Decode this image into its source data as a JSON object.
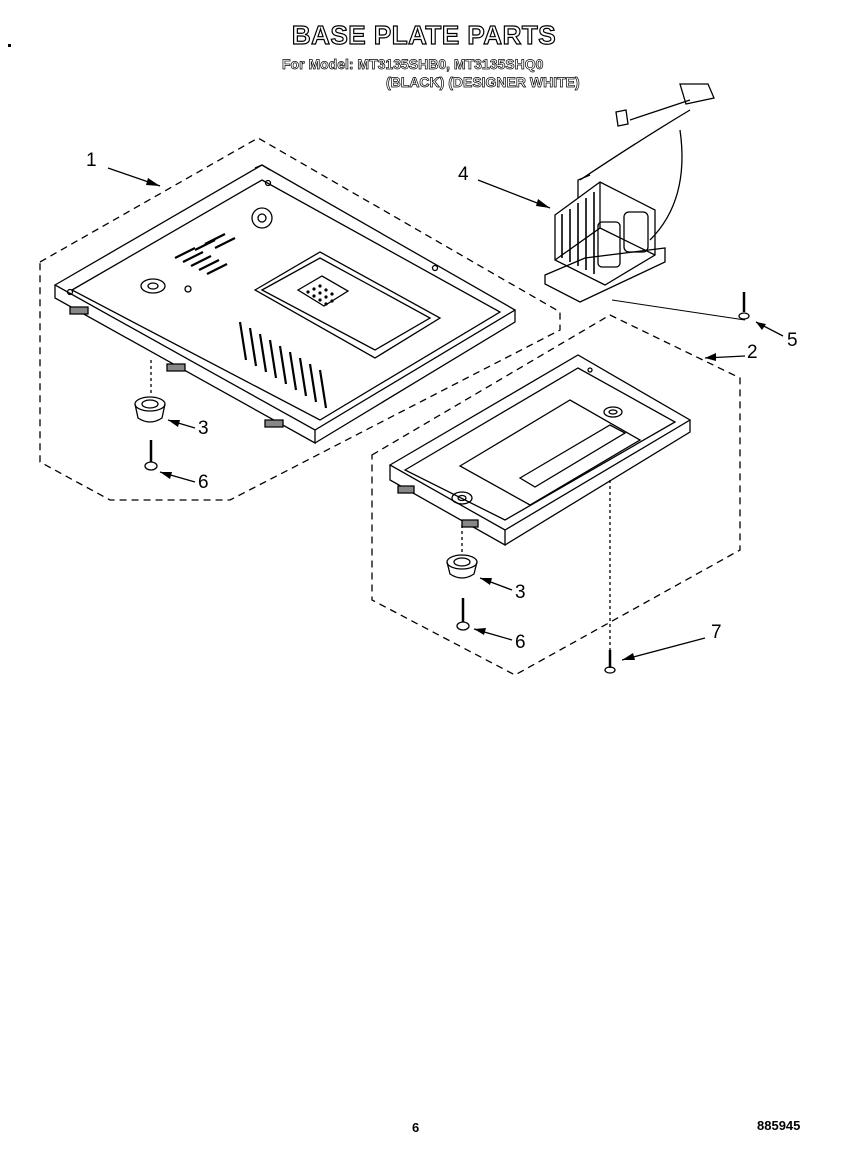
{
  "header": {
    "title": "BASE PLATE PARTS",
    "model_line": "For Model: MT3135SHB0, MT3135SHQ0",
    "color_line": "(BLACK)  (DESIGNER WHITE)"
  },
  "callouts": {
    "c1": "1",
    "c2": "2",
    "c3a": "3",
    "c3b": "3",
    "c4": "4",
    "c5": "5",
    "c6a": "6",
    "c6b": "6",
    "c7": "7"
  },
  "footer": {
    "page_number": "6",
    "document_number": "885945"
  }
}
